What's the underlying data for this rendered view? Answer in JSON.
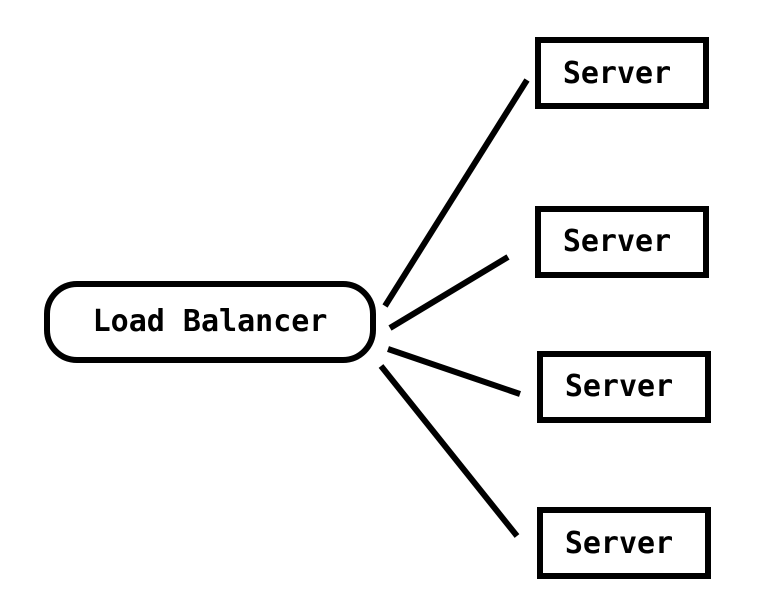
{
  "diagram": {
    "load_balancer": {
      "label": "Load Balancer"
    },
    "servers": [
      {
        "label": "Server"
      },
      {
        "label": "Server"
      },
      {
        "label": "Server"
      },
      {
        "label": "Server"
      }
    ],
    "colors": {
      "stroke": "#000000",
      "background": "#ffffff"
    }
  }
}
